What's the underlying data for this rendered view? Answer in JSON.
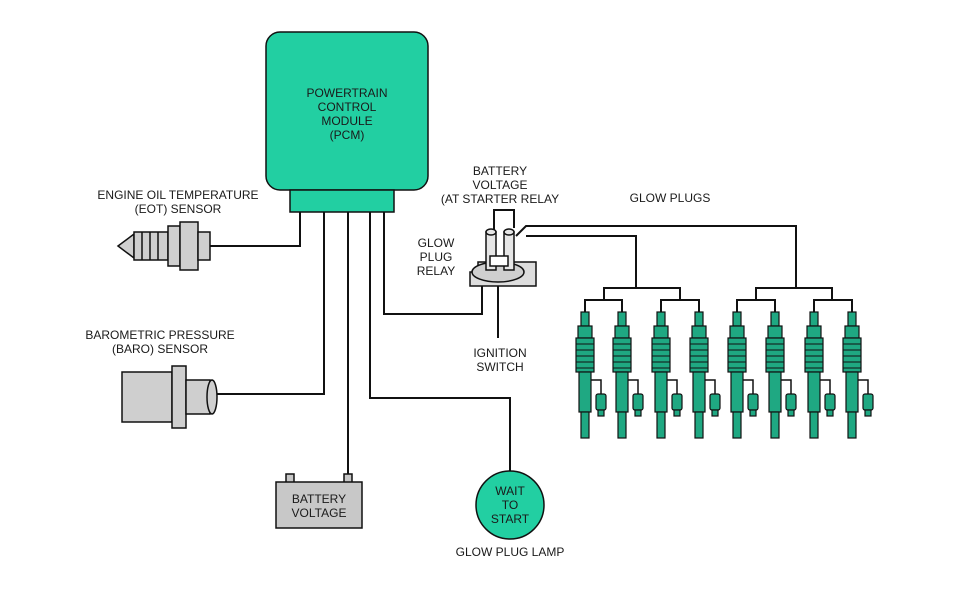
{
  "pcm": {
    "label": "POWERTRAIN\nCONTROL\nMODULE\n(PCM)"
  },
  "eot_sensor": {
    "label": "ENGINE OIL TEMPERATURE\n(EOT) SENSOR"
  },
  "baro_sensor": {
    "label": "BAROMETRIC PRESSURE\n(BARO) SENSOR"
  },
  "battery": {
    "label": "BATTERY\nVOLTAGE"
  },
  "lamp": {
    "text": "WAIT\nTO\nSTART",
    "caption": "GLOW PLUG LAMP"
  },
  "relay": {
    "label": "GLOW\nPLUG\nRELAY"
  },
  "relay_supply": {
    "label": "BATTERY\nVOLTAGE\n(AT STARTER RELAY"
  },
  "ignition": {
    "label": "IGNITION\nSWITCH"
  },
  "glow_plugs": {
    "label": "GLOW PLUGS",
    "count": 8
  },
  "colors": {
    "accent": "#22cfa2",
    "plug_green": "#1fa882",
    "sensor_gray": "#cfcfcf",
    "battery_gray": "#c8c8c8"
  }
}
